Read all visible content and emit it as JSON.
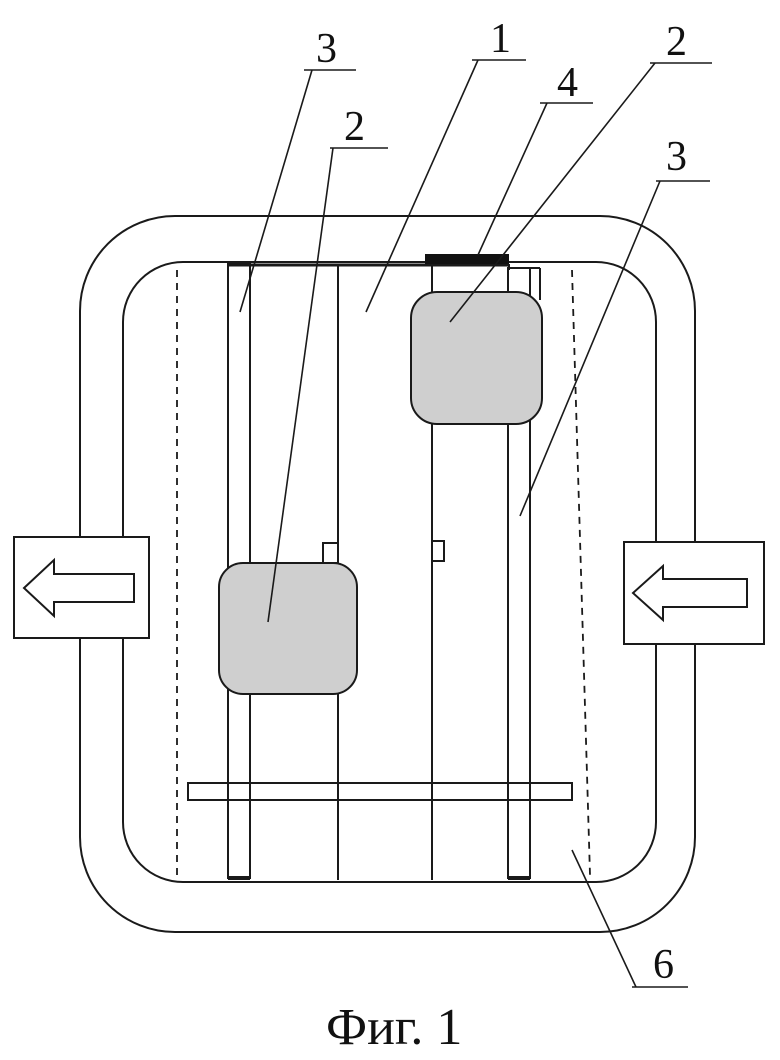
{
  "labels": {
    "ref_1": "1",
    "ref_2_left": "2",
    "ref_2_right": "2",
    "ref_3_left": "3",
    "ref_3_right": "3",
    "ref_4": "4",
    "ref_6": "6"
  },
  "caption": "Фиг. 1",
  "colors": {
    "line": "#1a1a1a",
    "block_fill": "#cfcfcf",
    "background": "#ffffff"
  },
  "icons": {
    "flow_arrow_left": "arrow-left-icon",
    "flow_arrow_right": "arrow-left-icon"
  }
}
